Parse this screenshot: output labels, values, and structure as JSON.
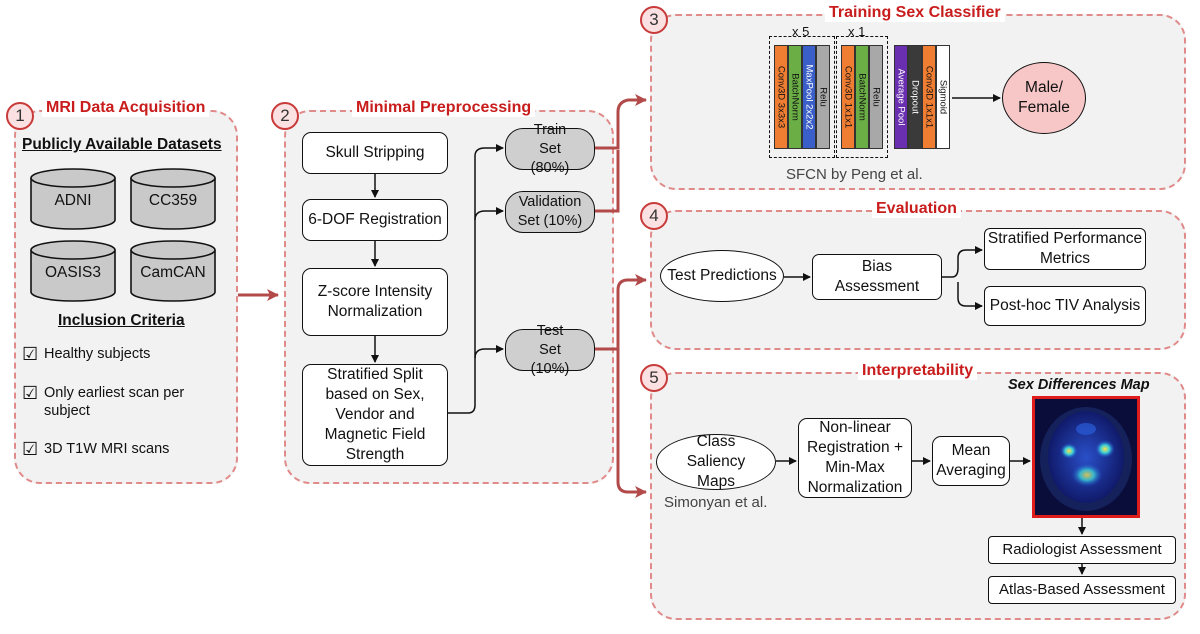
{
  "panel1": {
    "number": "1",
    "title": "MRI Data Acquisition",
    "datasets_heading": "Publicly Available Datasets",
    "datasets": [
      "ADNI",
      "CC359",
      "OASIS3",
      "CamCAN"
    ],
    "criteria_heading": "Inclusion Criteria",
    "criteria": [
      "Healthy subjects",
      "Only earliest scan per subject",
      "3D T1W MRI scans"
    ],
    "checkbox_icon": "☑"
  },
  "panel2": {
    "number": "2",
    "title": "Minimal Preprocessing",
    "steps": [
      "Skull Stripping",
      "6-DOF Registration",
      "Z-score Intensity Normalization",
      "Stratified Split based on Sex, Vendor and Magnetic Field Strength"
    ],
    "splits": [
      "Train Set (80%)",
      "Validation Set (10%)",
      "Test Set (10%)"
    ]
  },
  "panel3": {
    "number": "3",
    "title": "Training Sex Classifier",
    "repeat_labels": [
      "x 5",
      "x 1"
    ],
    "block1_layers": [
      "Conv3D 3x3x3",
      "BatchNorm",
      "MaxPool 2x2x2",
      "Relu"
    ],
    "block2_layers": [
      "Conv3D 1x1x1",
      "BatchNorm",
      "Relu"
    ],
    "head_layers": [
      "Average Pool",
      "Dropout",
      "Conv3D 1x1x1",
      "Sigmoid"
    ],
    "output": "Male/ Female",
    "caption": "SFCN by Peng et al."
  },
  "panel4": {
    "number": "4",
    "title": "Evaluation",
    "test_predictions": "Test Predictions",
    "bias_assessment": "Bias Assessment",
    "metrics": "Stratified Performance Metrics",
    "tiv": "Post-hoc TIV Analysis"
  },
  "panel5": {
    "number": "5",
    "title": "Interpretability",
    "saliency": "Class Saliency Maps",
    "saliency_caption": "Simonyan et al.",
    "registration": "Non-linear Registration + Min-Max Normalization",
    "averaging": "Mean Averaging",
    "map_title": "Sex Differences Map",
    "radiologist": "Radiologist Assessment",
    "atlas": "Atlas-Based Assessment"
  },
  "colors": {
    "panel_border": "#e08a8a",
    "title_red": "#c91c1c",
    "arrow_red": "#b24a4a",
    "conv_orange": "#ef7d32",
    "batchnorm_green": "#6aae45",
    "maxpool_blue": "#3b5fc8",
    "relu_gray": "#a8a8a8",
    "avgpool_purple": "#6a2fb0",
    "dropout_dark": "#3a3a3a",
    "output_pink": "#f7c6c6"
  }
}
